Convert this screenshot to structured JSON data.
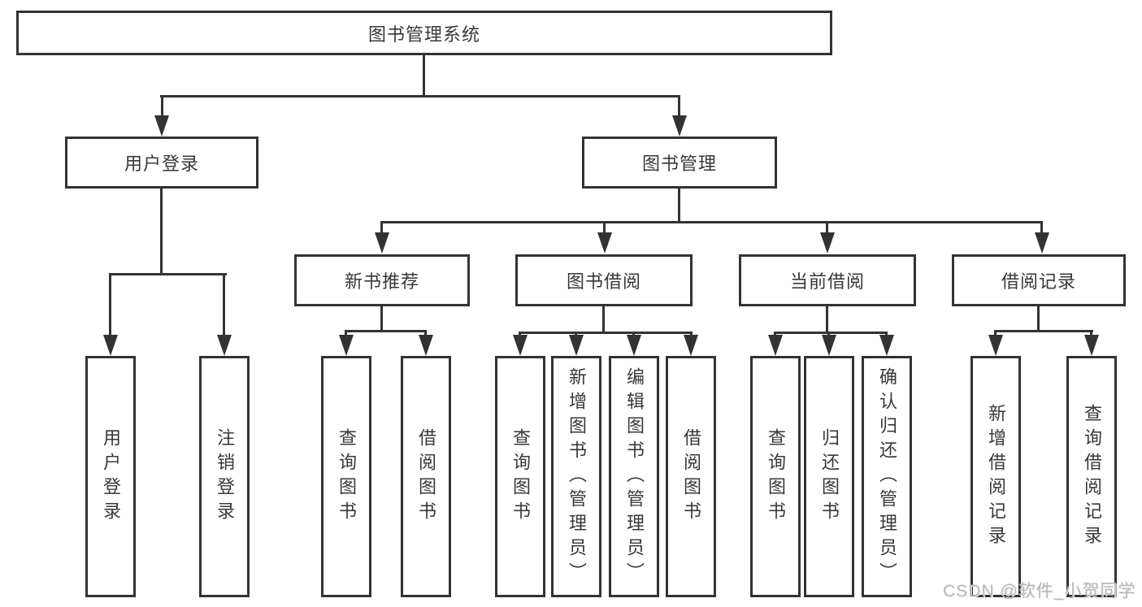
{
  "diagram": {
    "title": "图书管理系统",
    "root": {
      "label": "图书管理系统"
    },
    "level2": {
      "user_login": {
        "label": "用户登录",
        "children": [
          "用户登录",
          "注销登录"
        ]
      },
      "book_mgmt": {
        "label": "图书管理"
      }
    },
    "level3": {
      "new_books": {
        "label": "新书推荐",
        "children": [
          "查询图书",
          "借阅图书"
        ]
      },
      "book_borrow": {
        "label": "图书借阅",
        "children": [
          "查询图书",
          "新增图书（管理员）",
          "编辑图书（管理员）",
          "借阅图书"
        ]
      },
      "current_borrow": {
        "label": "当前借阅",
        "children": [
          "查询图书",
          "归还图书",
          "确认归还（管理员）"
        ]
      },
      "borrow_records": {
        "label": "借阅记录",
        "children": [
          "新增借阅记录",
          "查询借阅记录"
        ]
      }
    },
    "watermark": "CSDN @软件_小贺同学",
    "colors": {
      "line": "#333333",
      "text": "#383838",
      "background": "#ffffff",
      "watermark": "#b8b8b8"
    }
  }
}
